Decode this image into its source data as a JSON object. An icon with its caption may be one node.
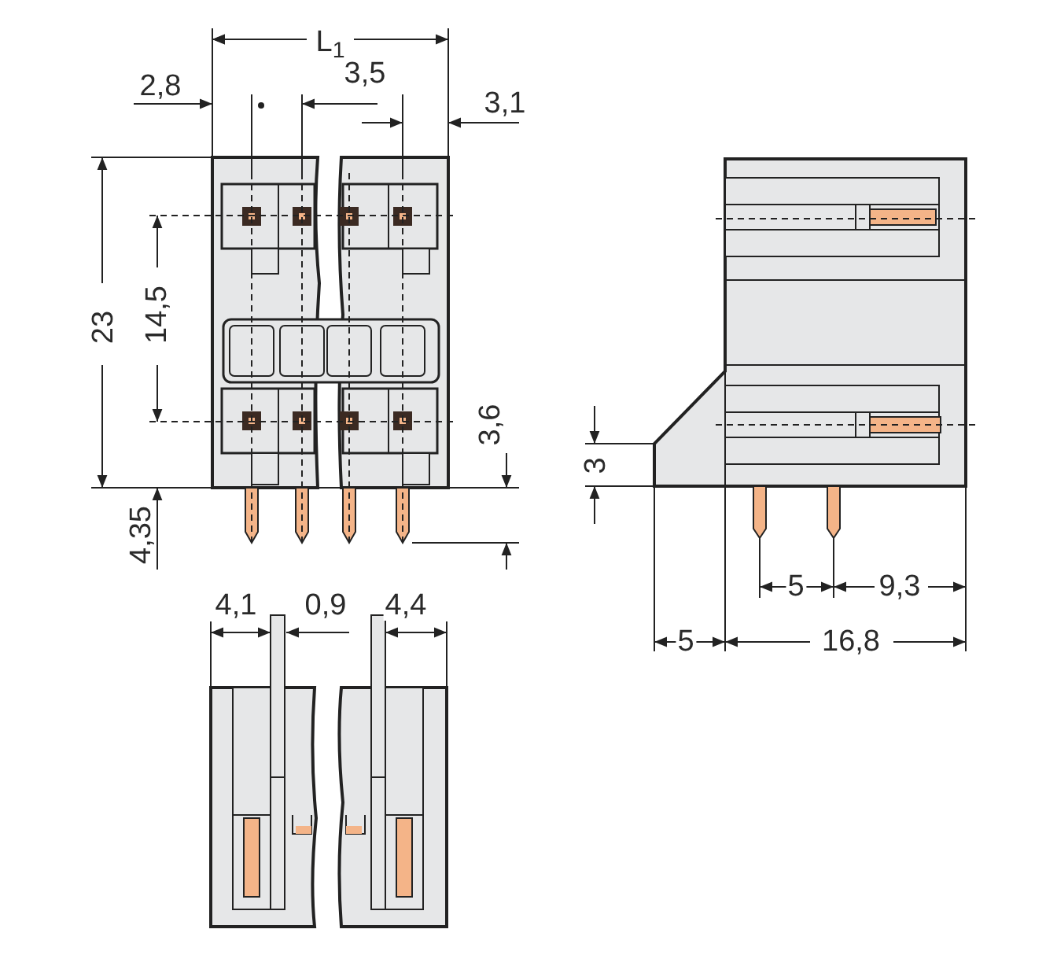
{
  "diagram": {
    "labels": [
      "L$_{1}$",
      "2,8",
      "3,5",
      "3,1",
      "23",
      "14,5",
      "3,6",
      "4,35",
      "4,1",
      "0,9",
      "4,4",
      "3",
      "5",
      "9,3",
      "5",
      "16,8"
    ]
  }
}
